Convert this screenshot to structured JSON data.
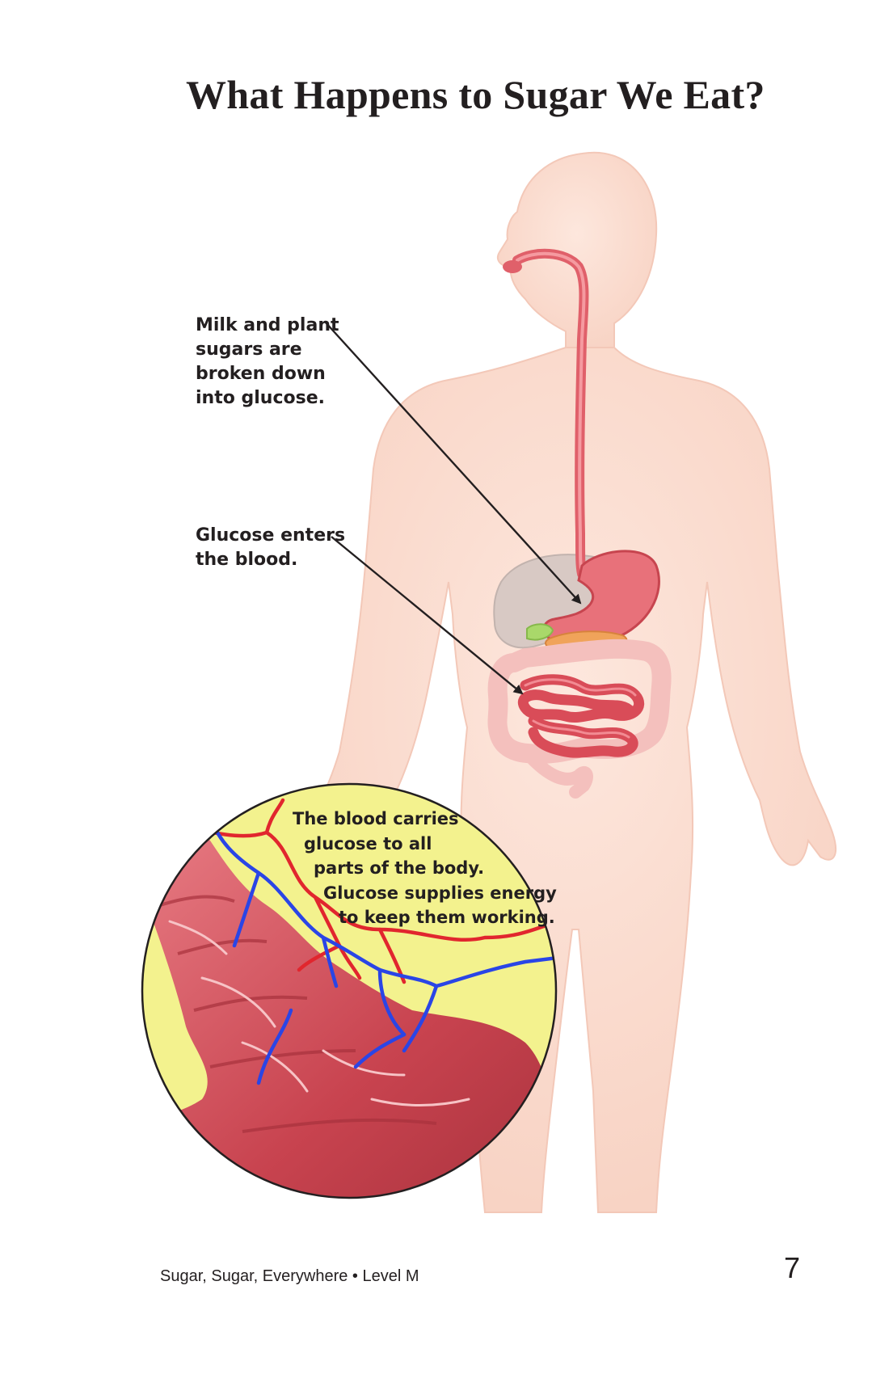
{
  "page": {
    "title": "What Happens to Sugar We Eat?",
    "callouts": [
      {
        "lines": [
          "Milk and plant",
          "sugars are",
          "broken down",
          "into glucose."
        ]
      },
      {
        "lines": [
          "Glucose enters",
          "the blood."
        ]
      }
    ],
    "inset_caption": {
      "lines": [
        "The blood carries",
        "glucose to all",
        "parts of the body.",
        "Glucose supplies energy",
        "to keep them working."
      ]
    },
    "footer": {
      "book_title": "Sugar, Sugar, Everywhere • Level M",
      "page_number": "7"
    }
  },
  "colors": {
    "skin": "#fadcd0",
    "skin_edge": "#f3c8b8",
    "organ_red": "#e06670",
    "organ_dark": "#c7454f",
    "liver": "#d8c9c4",
    "colon": "#f4c0bd",
    "pancreas": "#f0a35a",
    "gallbladder": "#a9d86a",
    "inset_bg": "#f3f28e",
    "artery": "#e1262e",
    "vein": "#2a45e6",
    "text": "#231f20"
  },
  "icons": {
    "figure": "human-body-digestive-system",
    "inset": "magnified-intestine-blood-vessels"
  }
}
